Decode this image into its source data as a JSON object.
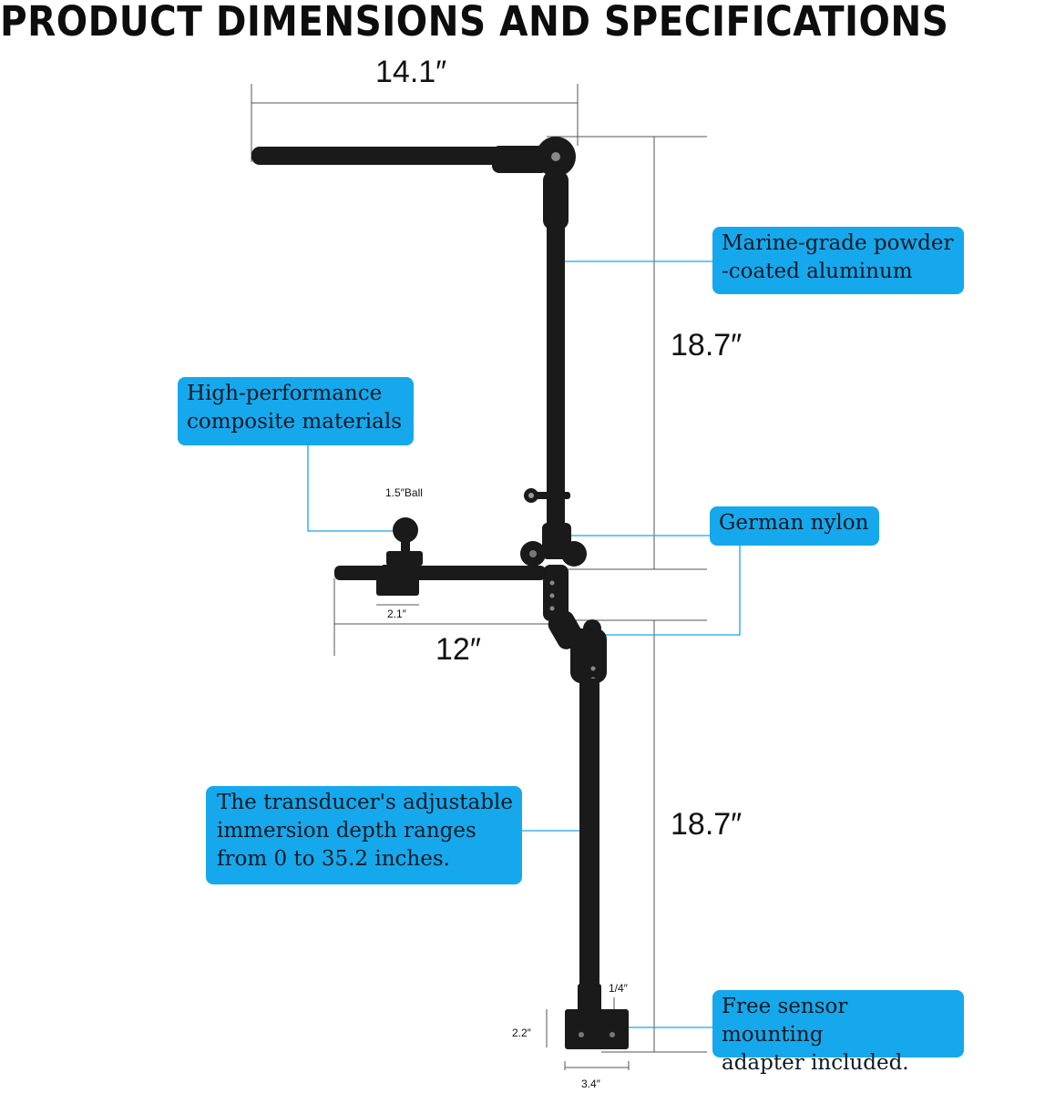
{
  "title": "PRODUCT DIMENSIONS AND SPECIFICATIONS",
  "dimensions": {
    "top_arm_width": "14.1″",
    "upper_height": "18.7″",
    "lower_height": "18.7″",
    "side_arm_length": "12″",
    "ball_size": "1.5″Ball",
    "clamp_width": "2.1″",
    "bolt_size": "1/4″",
    "plate_height": "2.2″",
    "plate_width": "3.4″"
  },
  "callouts": {
    "aluminum": "Marine-grade powder\n-coated aluminum",
    "composite": "High-performance\ncomposite materials",
    "nylon": "German nylon",
    "depth": "The transducer's adjustable\nimmersion depth ranges\nfrom 0 to 35.2 inches.",
    "adapter": "Free sensor mounting\nadapter included."
  },
  "colors": {
    "callout_background": "#16a8ec",
    "callout_line": "#16a8ec",
    "product": "#1a1a1a"
  }
}
